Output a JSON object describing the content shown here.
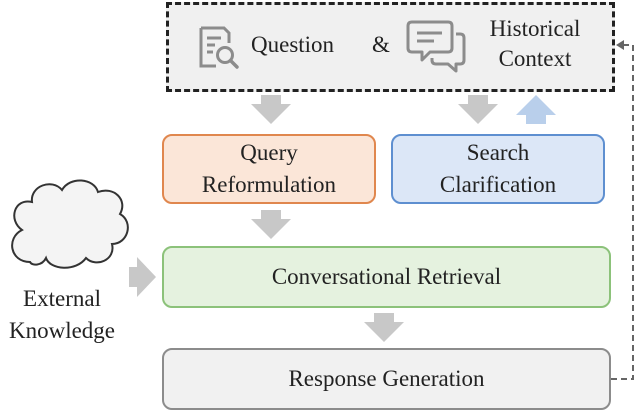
{
  "inputs": {
    "question_label": "Question",
    "ampersand": "&",
    "context_label_line1": "Historical",
    "context_label_line2": "Context",
    "question_icon": "document-search-icon",
    "context_icon": "chat-bubbles-icon"
  },
  "modules": {
    "query_reformulation": [
      "Query",
      "Reformulation"
    ],
    "search_clarification": [
      "Search",
      "Clarification"
    ],
    "conversational_retrieval": "Conversational Retrieval",
    "response_generation": "Response Generation"
  },
  "external": {
    "line1": "External",
    "line2": "Knowledge",
    "icon": "cloud-icon"
  },
  "colors": {
    "query_reformulation_fill": "#fbe6d8",
    "query_reformulation_border": "#e0874e",
    "search_clarification_fill": "#dce7f7",
    "search_clarification_border": "#5e8fd0",
    "conversational_retrieval_fill": "#e5f2df",
    "conversational_retrieval_border": "#8cc27a",
    "response_generation_fill": "#f1f1f1",
    "response_generation_border": "#8c8c8c",
    "flow_arrow": "#c8c8c8",
    "feedback_arrow": "#b9cfeb"
  }
}
